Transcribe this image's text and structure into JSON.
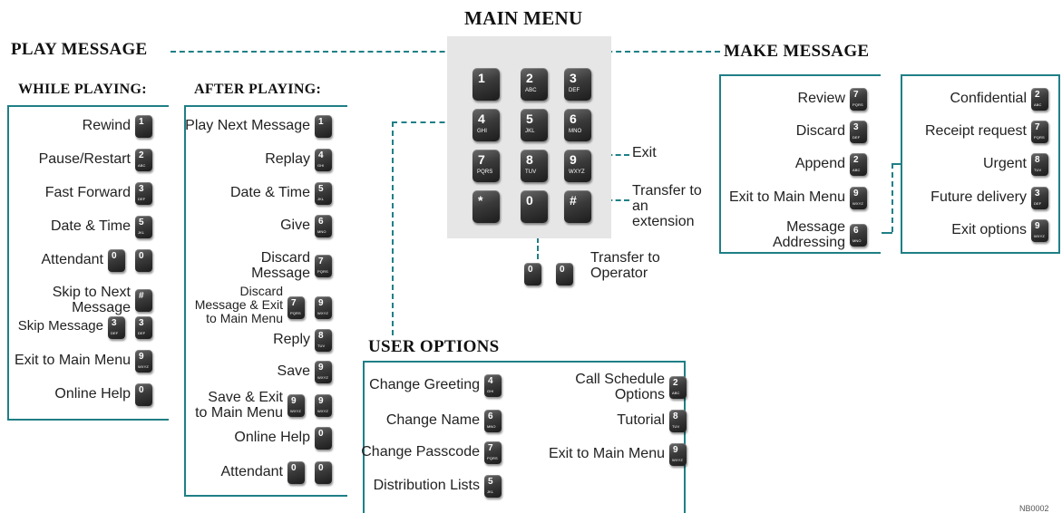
{
  "title": "MAIN MENU",
  "footer_code": "NB0002",
  "play_message": {
    "title": "PLAY MESSAGE",
    "while_playing": {
      "heading": "WHILE PLAYING:",
      "items": [
        {
          "label": "Rewind",
          "keys": [
            {
              "d": "1",
              "s": ""
            }
          ]
        },
        {
          "label": "Pause/Restart",
          "keys": [
            {
              "d": "2",
              "s": "ABC"
            }
          ]
        },
        {
          "label": "Fast Forward",
          "keys": [
            {
              "d": "3",
              "s": "DEF"
            }
          ]
        },
        {
          "label": "Date & Time",
          "keys": [
            {
              "d": "5",
              "s": "JKL"
            }
          ]
        },
        {
          "label": "Attendant",
          "keys": [
            {
              "d": "0",
              "s": ""
            },
            {
              "d": "0",
              "s": ""
            }
          ]
        },
        {
          "label": "Skip to Next Message",
          "keys": [
            {
              "d": "#",
              "s": ""
            }
          ]
        },
        {
          "label": "Skip Message",
          "keys": [
            {
              "d": "3",
              "s": "DEF"
            },
            {
              "d": "3",
              "s": "DEF"
            }
          ]
        },
        {
          "label": "Exit to Main Menu",
          "keys": [
            {
              "d": "9",
              "s": "WXYZ"
            }
          ]
        },
        {
          "label": "Online Help",
          "keys": [
            {
              "d": "0",
              "s": ""
            }
          ]
        }
      ]
    },
    "after_playing": {
      "heading": "AFTER PLAYING:",
      "items": [
        {
          "label": "Play Next Message",
          "keys": [
            {
              "d": "1",
              "s": ""
            }
          ]
        },
        {
          "label": "Replay",
          "keys": [
            {
              "d": "4",
              "s": "GHI"
            }
          ]
        },
        {
          "label": "Date & Time",
          "keys": [
            {
              "d": "5",
              "s": "JKL"
            }
          ]
        },
        {
          "label": "Give",
          "keys": [
            {
              "d": "6",
              "s": "MNO"
            }
          ]
        },
        {
          "label": "Discard Message",
          "keys": [
            {
              "d": "7",
              "s": "PQRS"
            }
          ]
        },
        {
          "label": "Discard Message & Exit to Main Menu",
          "keys": [
            {
              "d": "7",
              "s": "PQRS"
            },
            {
              "d": "9",
              "s": "WXYZ"
            }
          ]
        },
        {
          "label": "Reply",
          "keys": [
            {
              "d": "8",
              "s": "TUV"
            }
          ]
        },
        {
          "label": "Save",
          "keys": [
            {
              "d": "9",
              "s": "WXYZ"
            }
          ]
        },
        {
          "label": "Save & Exit to Main Menu",
          "keys": [
            {
              "d": "9",
              "s": "WXYZ"
            },
            {
              "d": "9",
              "s": "WXYZ"
            }
          ]
        },
        {
          "label": "Online Help",
          "keys": [
            {
              "d": "0",
              "s": ""
            }
          ]
        },
        {
          "label": "Attendant",
          "keys": [
            {
              "d": "0",
              "s": ""
            },
            {
              "d": "0",
              "s": ""
            }
          ]
        }
      ]
    }
  },
  "keypad": {
    "keys": [
      {
        "d": "1",
        "s": ""
      },
      {
        "d": "2",
        "s": "ABC"
      },
      {
        "d": "3",
        "s": "DEF"
      },
      {
        "d": "4",
        "s": "GHI"
      },
      {
        "d": "5",
        "s": "JKL"
      },
      {
        "d": "6",
        "s": "MNO"
      },
      {
        "d": "7",
        "s": "PQRS"
      },
      {
        "d": "8",
        "s": "TUV"
      },
      {
        "d": "9",
        "s": "WXYZ"
      },
      {
        "d": "*",
        "s": ""
      },
      {
        "d": "0",
        "s": ""
      },
      {
        "d": "#",
        "s": ""
      }
    ],
    "exit_label": "Exit",
    "transfer_extension_label": "Transfer to an extension",
    "transfer_operator_label": "Transfer to Operator",
    "operator_keys": [
      {
        "d": "0",
        "s": ""
      },
      {
        "d": "0",
        "s": ""
      }
    ]
  },
  "make_message": {
    "title": "MAKE MESSAGE",
    "main_items": [
      {
        "label": "Review",
        "keys": [
          {
            "d": "7",
            "s": "PQRS"
          }
        ]
      },
      {
        "label": "Discard",
        "keys": [
          {
            "d": "3",
            "s": "DEF"
          }
        ]
      },
      {
        "label": "Append",
        "keys": [
          {
            "d": "2",
            "s": "ABC"
          }
        ]
      },
      {
        "label": "Exit to Main Menu",
        "keys": [
          {
            "d": "9",
            "s": "WXYZ"
          }
        ]
      },
      {
        "label": "Message Addressing",
        "keys": [
          {
            "d": "6",
            "s": "MNO"
          }
        ]
      }
    ],
    "options_items": [
      {
        "label": "Confidential",
        "keys": [
          {
            "d": "2",
            "s": "ABC"
          }
        ]
      },
      {
        "label": "Receipt request",
        "keys": [
          {
            "d": "7",
            "s": "PQRS"
          }
        ]
      },
      {
        "label": "Urgent",
        "keys": [
          {
            "d": "8",
            "s": "TUV"
          }
        ]
      },
      {
        "label": "Future delivery",
        "keys": [
          {
            "d": "3",
            "s": "DEF"
          }
        ]
      },
      {
        "label": "Exit options",
        "keys": [
          {
            "d": "9",
            "s": "WXYZ"
          }
        ]
      }
    ]
  },
  "user_options": {
    "title": "USER OPTIONS",
    "left_items": [
      {
        "label": "Change Greeting",
        "keys": [
          {
            "d": "4",
            "s": "GHI"
          }
        ]
      },
      {
        "label": "Change Name",
        "keys": [
          {
            "d": "6",
            "s": "MNO"
          }
        ]
      },
      {
        "label": "Change Passcode",
        "keys": [
          {
            "d": "7",
            "s": "PQRS"
          }
        ]
      },
      {
        "label": "Distribution Lists",
        "keys": [
          {
            "d": "5",
            "s": "JKL"
          }
        ]
      }
    ],
    "right_items": [
      {
        "label": "Call Schedule Options",
        "keys": [
          {
            "d": "2",
            "s": "ABC"
          }
        ]
      },
      {
        "label": "Tutorial",
        "keys": [
          {
            "d": "8",
            "s": "TUV"
          }
        ]
      },
      {
        "label": "Exit to Main Menu",
        "keys": [
          {
            "d": "9",
            "s": "WXYZ"
          }
        ]
      }
    ]
  }
}
